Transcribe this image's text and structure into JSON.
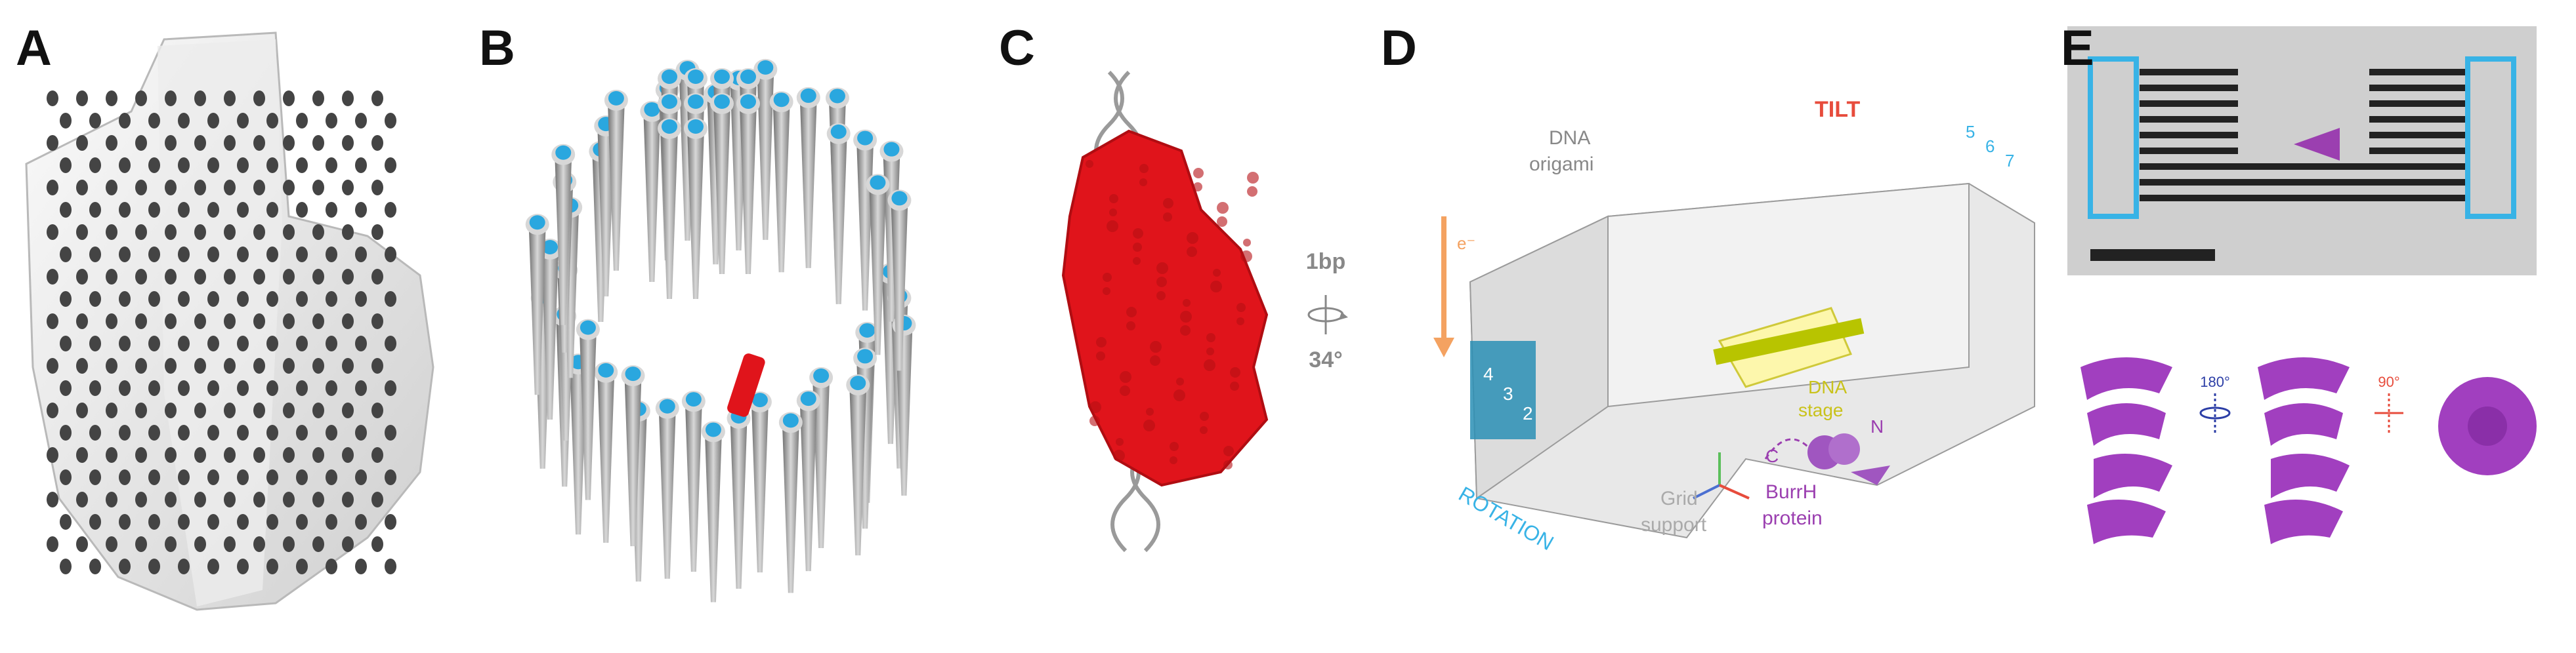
{
  "panels": {
    "a": {
      "label": "A"
    },
    "b": {
      "label": "B"
    },
    "c": {
      "label": "C"
    },
    "d": {
      "label": "D"
    },
    "e": {
      "label": "E"
    }
  },
  "c_annotation": {
    "rise": "1bp",
    "twist": "34°"
  },
  "d_labels": {
    "origami_line1": "DNA",
    "origami_line2": "origami",
    "tilt": "TILT",
    "rotation": "ROTATION",
    "electron": "e⁻",
    "stage_line1": "DNA",
    "stage_line2": "stage",
    "grid_line1": "Grid",
    "grid_line2": "support",
    "protein_line1": "BurrH",
    "protein_line2": "protein",
    "c_term": "C",
    "n_term": "N",
    "slot_numbers_front": [
      "4",
      "3",
      "2"
    ],
    "slot_numbers_back": [
      "5",
      "6",
      "7"
    ]
  },
  "e_annotation": {
    "rotate1": "180°",
    "rotate2": "90°"
  },
  "colors": {
    "helix_cap": "#2aa7df",
    "cylinder": "#8e8e8e",
    "protein_red": "#e0141b",
    "purple": "#9b3fb0",
    "blue_box": "#38b3e6",
    "orange": "#f4a261",
    "tilt_red": "#e74c3c",
    "stage_yellow": "#c9c21b"
  }
}
